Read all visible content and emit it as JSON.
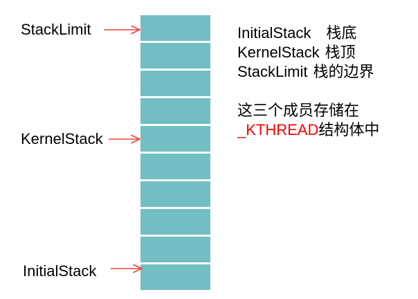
{
  "colors": {
    "background": "#FFFFFF",
    "block_fill": "#72BEC3",
    "arrow": "#EF4136",
    "highlight_red": "#FF0000",
    "text": "#000000"
  },
  "stack": {
    "block_count": 10,
    "pointers": [
      {
        "label": "StackLimit",
        "points_to_block": 1
      },
      {
        "label": "KernelStack",
        "points_to_block": 5
      },
      {
        "label": "InitialStack",
        "points_to_block": 10
      }
    ]
  },
  "legend": {
    "entries": [
      {
        "name": "InitialStack",
        "meaning": "栈底"
      },
      {
        "name": "KernelStack",
        "meaning": "栈顶"
      },
      {
        "name": "StackLimit",
        "meaning": "栈的边界"
      }
    ],
    "note": {
      "line1": "这三个成员存储在",
      "highlight": "_KTHREAD",
      "line2_rest": "结构体中"
    }
  }
}
